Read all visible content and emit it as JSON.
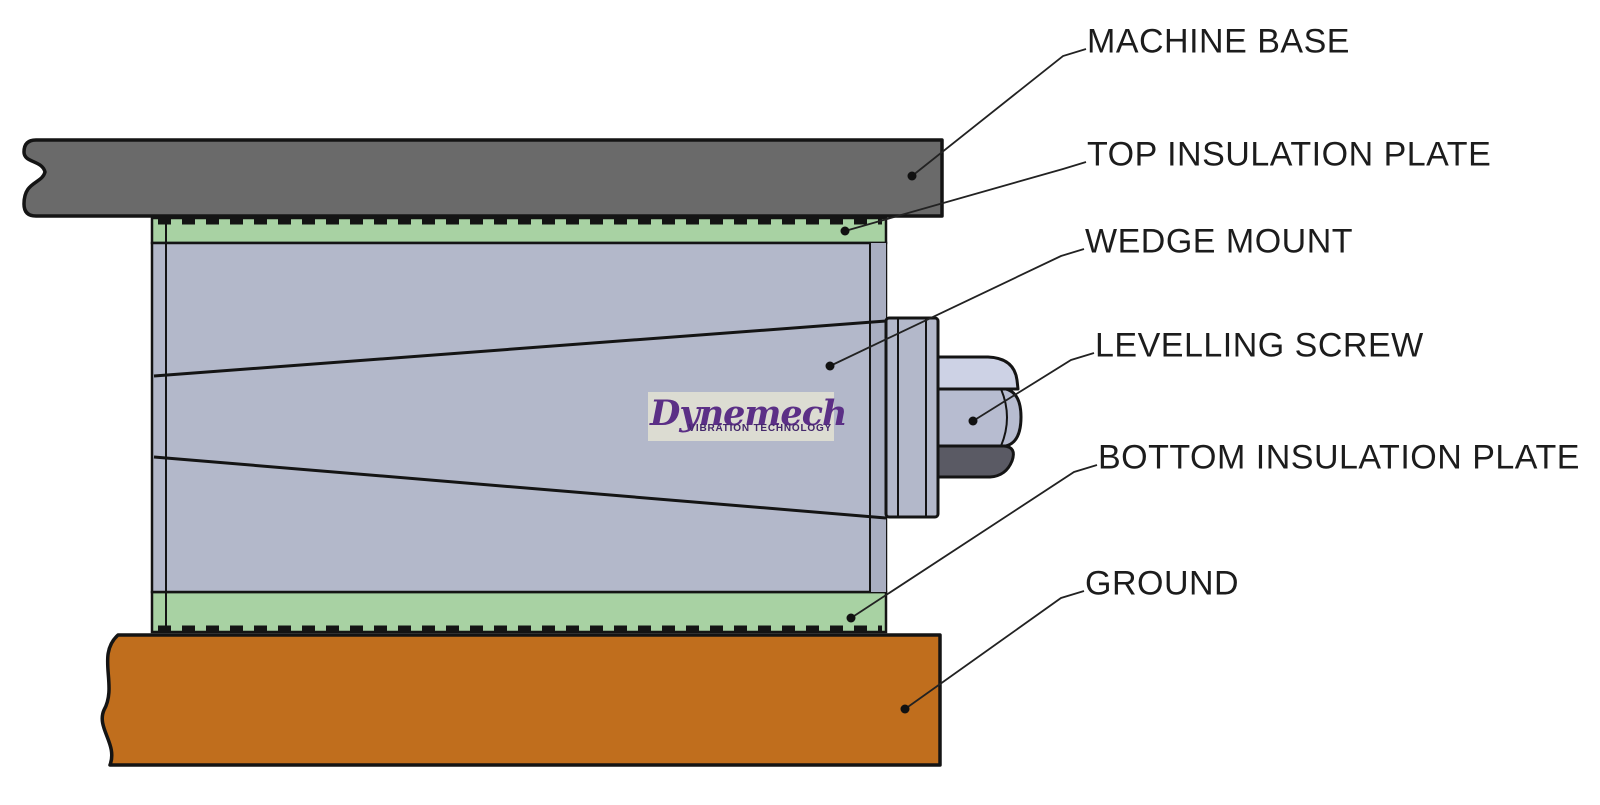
{
  "labels": [
    {
      "id": "machine-base",
      "text": "MACHINE BASE"
    },
    {
      "id": "top-insulation-plate",
      "text": "TOP INSULATION PLATE"
    },
    {
      "id": "wedge-mount",
      "text": "WEDGE MOUNT"
    },
    {
      "id": "levelling-screw",
      "text": "LEVELLING SCREW"
    },
    {
      "id": "bottom-insulation-plate",
      "text": "BOTTOM INSULATION PLATE"
    },
    {
      "id": "ground",
      "text": "GROUND"
    }
  ],
  "logo": {
    "brand": "Dynemech",
    "tagline": "VIBRATION TECHNOLOGY"
  },
  "colors": {
    "machine_base": "#6a6a6a",
    "insulation_plate": "#a8d2a3",
    "wedge_body": "#b3b8ca",
    "side_strip": "#a9aec1",
    "boss_plate": "#b3b8ca",
    "screw_top": "#cdd2e5",
    "screw_mid": "#b7bcd0",
    "screw_dark": "#5a5a64",
    "ground": "#c06e1d",
    "outline": "#141414",
    "leader": "#222222",
    "label_text": "#1c1c1c",
    "logo_purple": "#5b2f86",
    "logo_bg": "#dcdcd2"
  }
}
